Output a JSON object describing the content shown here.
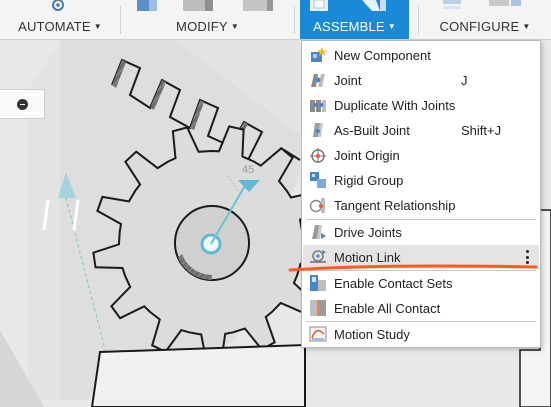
{
  "toolbar": {
    "groups": [
      {
        "label": "AUTOMATE",
        "caret": "▼"
      },
      {
        "label": "MODIFY",
        "caret": "▼"
      },
      {
        "label": "ASSEMBLE",
        "caret": "▼",
        "active": true
      },
      {
        "label": "CONFIGURE",
        "caret": "▼"
      }
    ],
    "active_color": "#1a8ad8"
  },
  "viewport": {
    "dimension_value": "45"
  },
  "assemble_menu": {
    "items": [
      {
        "label": "New Component",
        "shortcut": "",
        "icon": "new-component-icon"
      },
      {
        "label": "Joint",
        "shortcut": "J",
        "icon": "joint-icon"
      },
      {
        "label": "Duplicate With Joints",
        "shortcut": "",
        "icon": "duplicate-with-joints-icon"
      },
      {
        "label": "As-Built Joint",
        "shortcut": "Shift+J",
        "icon": "as-built-joint-icon"
      },
      {
        "label": "Joint Origin",
        "shortcut": "",
        "icon": "joint-origin-icon"
      },
      {
        "label": "Rigid Group",
        "shortcut": "",
        "icon": "rigid-group-icon"
      },
      {
        "label": "Tangent Relationship",
        "shortcut": "",
        "icon": "tangent-relationship-icon"
      },
      {
        "label": "Drive Joints",
        "shortcut": "",
        "icon": "drive-joints-icon"
      },
      {
        "label": "Motion Link",
        "shortcut": "",
        "icon": "motion-link-icon",
        "highlighted": true
      },
      {
        "label": "Enable Contact Sets",
        "shortcut": "",
        "icon": "enable-contact-sets-icon"
      },
      {
        "label": "Enable All Contact",
        "shortcut": "",
        "icon": "enable-all-contact-icon"
      },
      {
        "label": "Motion Study",
        "shortcut": "",
        "icon": "motion-study-icon"
      }
    ],
    "annotation_color": "#ff5a1f"
  }
}
